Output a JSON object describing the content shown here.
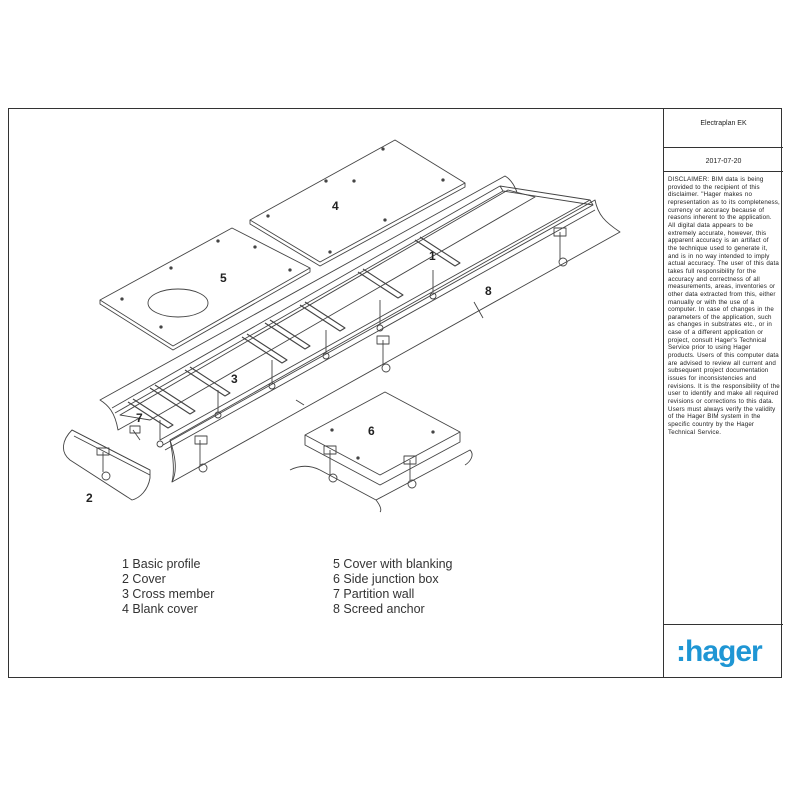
{
  "title_block": {
    "title": "Electraplan EK",
    "date": "2017-07-20",
    "disclaimer": "DISCLAIMER: BIM data is being provided to the recipient of this disclaimer. \"Hager makes no representation as to its completeness, currency or accuracy because of reasons inherent to the application. All digital data appears to be extremely accurate, however, this apparent accuracy is an artifact of the technique used to generate it, and is in no way intended to imply actual accuracy. The user of this data takes full responsibility for the accuracy and correctness of all measurements, areas, inventories or other data extracted from this, either manually or with the use of a computer. In case of changes in the parameters of the application, such as changes in substrates etc., or in case of a different application or project, consult Hager's Technical Service prior to using Hager products. Users of this computer data are advised to review all current and subsequent project documentation issues for inconsistencies and revisions. It is the responsibility of the user to identify and make all required revisions or corrections to this data. Users must always verify the validity of the Hager BIM system in the specific country by the Hager Technical Service.",
    "logo_text": ":hager",
    "logo_color": "#1f96d4"
  },
  "callouts": [
    "1",
    "2",
    "3",
    "4",
    "5",
    "6",
    "7",
    "8"
  ],
  "legend": {
    "left": [
      "1 Basic profile",
      "2 Cover",
      "3 Cross member",
      "4 Blank cover"
    ],
    "right": [
      "5 Cover with blanking",
      "6 Side junction box",
      "7 Partition wall",
      "8 Screed anchor"
    ]
  }
}
